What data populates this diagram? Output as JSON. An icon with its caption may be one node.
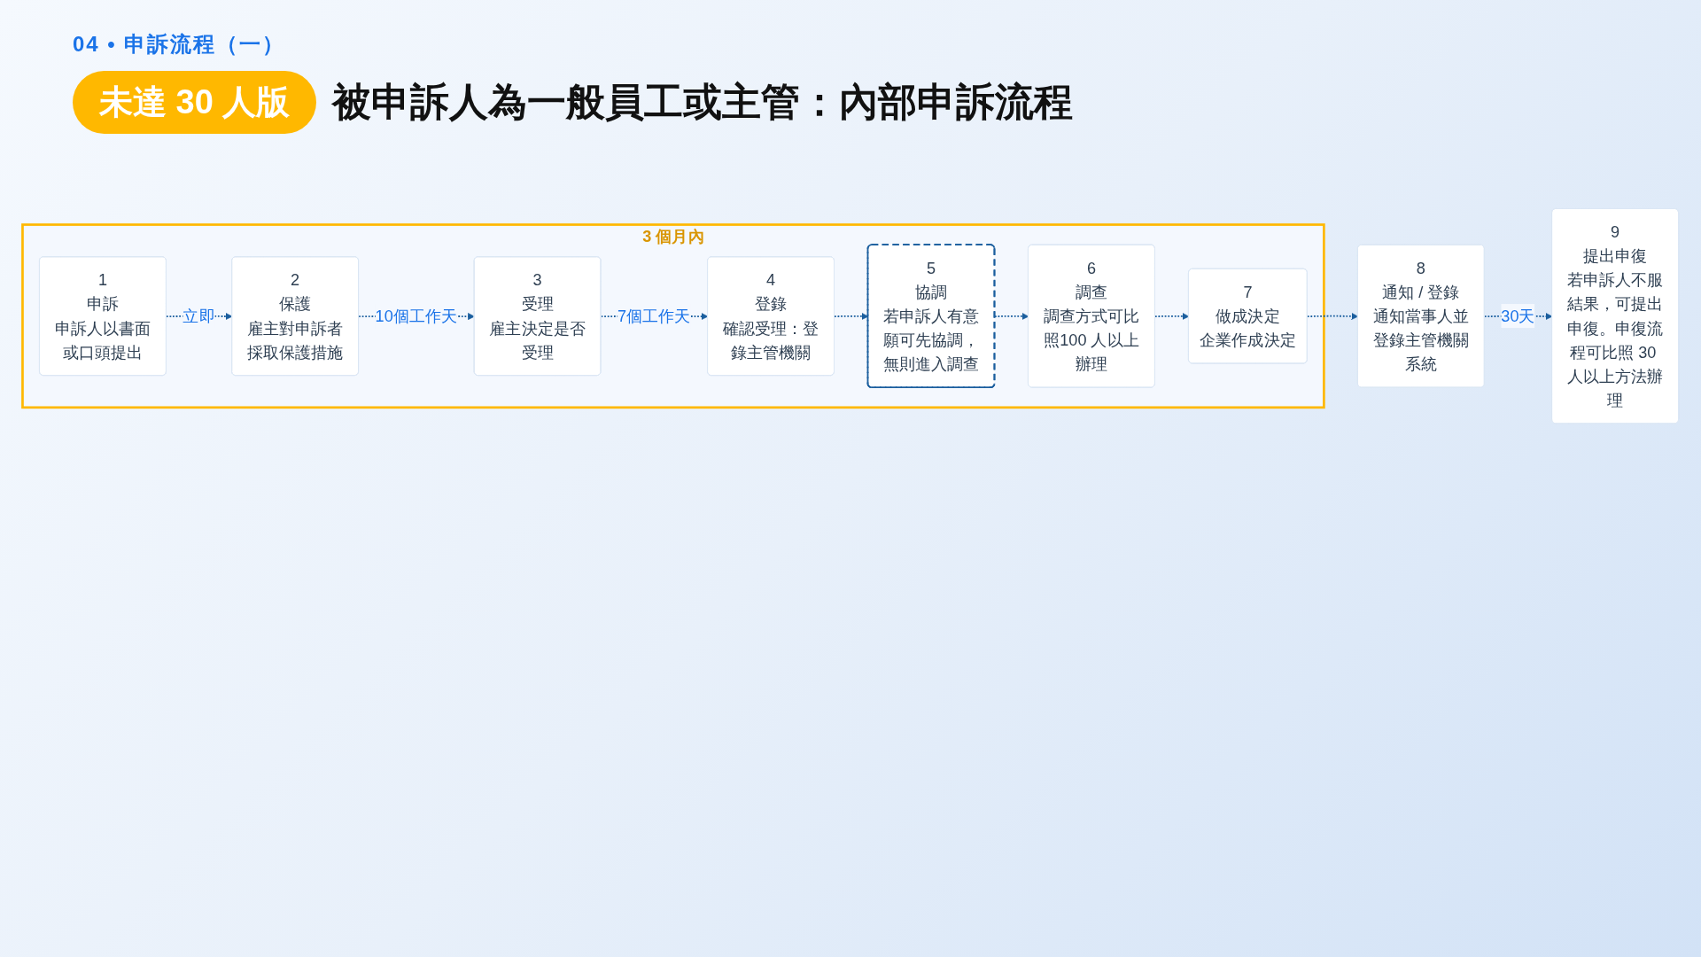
{
  "diagram": {
    "title": "被申訴人為一般員工或主管：內部申訴流程",
    "nodes": [
      {
        "text": [
          "3 個月內"
        ]
      },
      {
        "text": [
          "1",
          "申訴",
          "申訴人以書面或口頭提出"
        ],
        "in": 0
      },
      {
        "text": [
          "2",
          "保護",
          "雇主對申訴者採取保護措施"
        ],
        "in": 0
      },
      {
        "text": [
          "3",
          "受理",
          "雇主決定是否受理"
        ],
        "in": 0
      },
      {
        "text": [
          "4",
          "登錄",
          "確認受理：登錄主管機關"
        ],
        "in": 0
      },
      {
        "text": [
          "5",
          "協調",
          "若申訴人有意願可先協調，無則進入調查"
        ],
        "in": 0
      },
      {
        "text": [
          "6",
          "調查",
          "調查方式可比照100 人以上辦理"
        ],
        "in": 0
      },
      {
        "text": [
          "7",
          "做成決定",
          "企業作成決定"
        ],
        "in": 0
      },
      {
        "text": [
          "8",
          "通知 / 登錄",
          "通知當事人並登錄主管機關系統"
        ]
      },
      {
        "text": [
          "9",
          "提出申復",
          "若申訴人不服結果，可提出申復。申復流程可比照 30 人以上方法辦理"
        ]
      }
    ],
    "edges": [
      {
        "from": 1,
        "to": 2,
        "arrow": "to",
        "label": "立即",
        "style": "dashed"
      },
      {
        "from": 2,
        "to": 3,
        "arrow": "to",
        "label": "10個工作天",
        "style": "dashed"
      },
      {
        "from": 3,
        "to": 4,
        "arrow": "to",
        "label": "7個工作天",
        "style": "dashed"
      },
      {
        "from": 4,
        "to": 5,
        "arrow": "to",
        "style": "dashed"
      },
      {
        "from": 5,
        "to": 6,
        "arrow": "to",
        "style": "dashed"
      },
      {
        "from": 6,
        "to": 7,
        "arrow": "to",
        "style": "dashed"
      },
      {
        "from": 7,
        "to": 8,
        "arrow": "to",
        "style": "dashed"
      },
      {
        "from": 8,
        "to": 9,
        "arrow": "to",
        "label": "30天",
        "style": "dashed"
      }
    ],
    "labels": [
      "04 • 申訴流程（一）",
      "未達 30 人版"
    ]
  }
}
